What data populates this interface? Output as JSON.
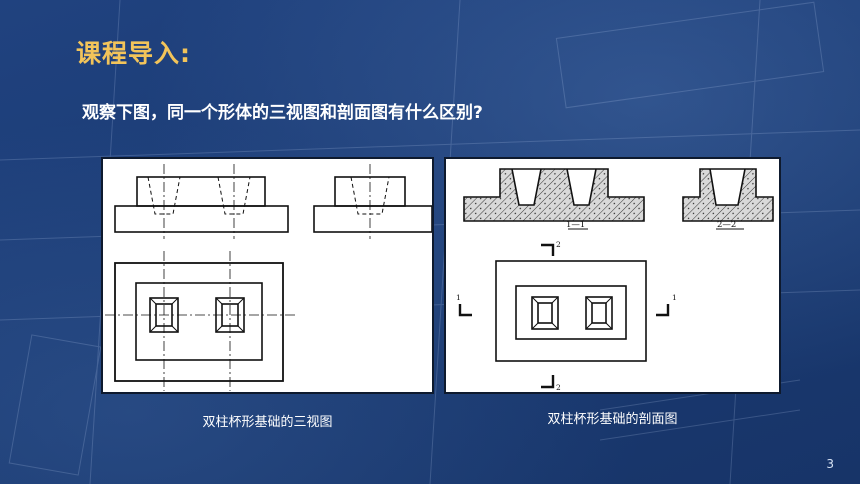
{
  "slide": {
    "title": "课程导入:",
    "question": "观察下图，同一个形体的三视图和剖面图有什么区别?",
    "page_number": "3"
  },
  "figures": {
    "left_caption": "双柱杯形基础的三视图",
    "right_caption": "双柱杯形基础的剖面图",
    "section_labels": {
      "section_1_1": "1—1",
      "section_2_2": "2—2",
      "cut_1_left": "1",
      "cut_1_right": "1",
      "cut_2_top": "2",
      "cut_2_bottom": "2"
    }
  },
  "colors": {
    "background": "#1d3f7a",
    "title": "#f2c45a",
    "question": "#ffffff"
  }
}
